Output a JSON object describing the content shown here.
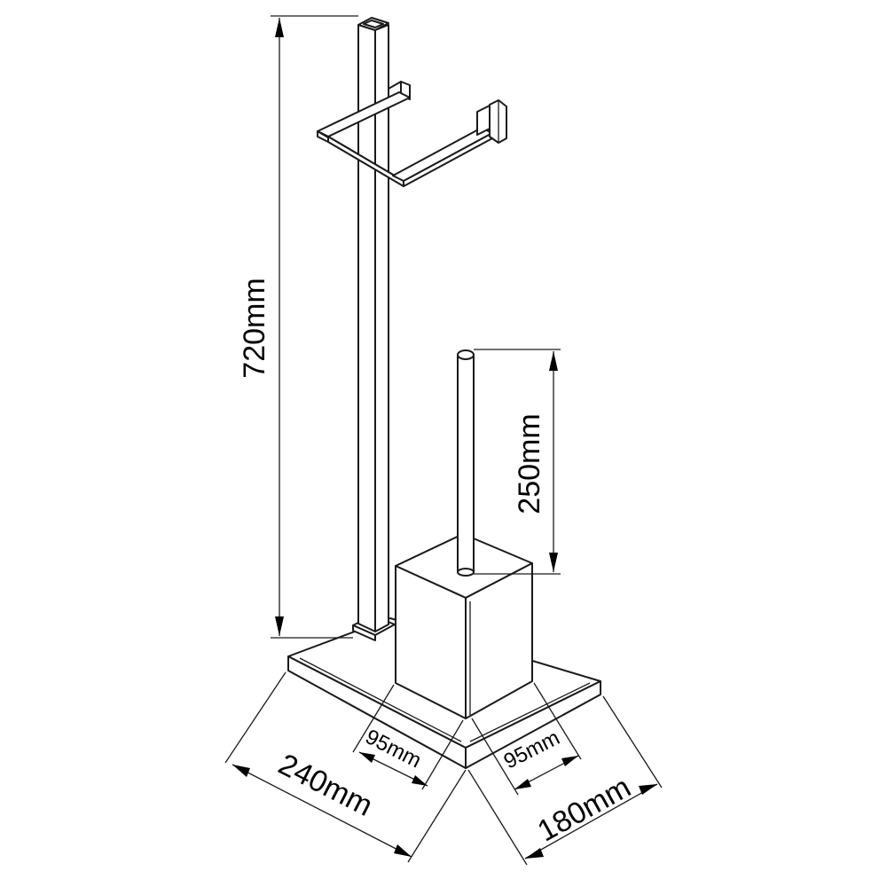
{
  "dimensions": {
    "total_height": "720mm",
    "brush_height": "250mm",
    "base_width": "240mm",
    "base_depth": "180mm",
    "brush_holder_width": "95mm",
    "brush_holder_depth": "95mm"
  }
}
